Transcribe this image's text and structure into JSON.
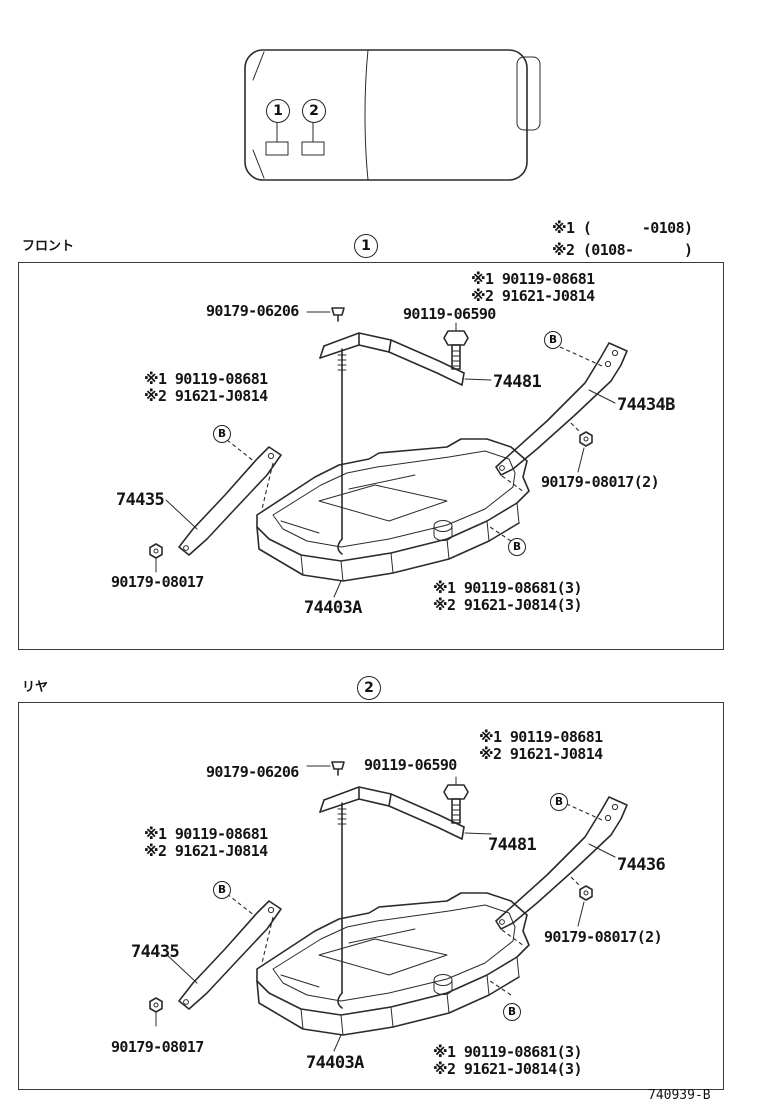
{
  "header": {
    "note1": "※1 (      -0108)",
    "note2": "※2 (0108-      )",
    "car_callout_1": "1",
    "car_callout_2": "2"
  },
  "footer": {
    "drawing_number": "740939-B"
  },
  "sections": [
    {
      "title": "フロント",
      "number": "1",
      "labels": {
        "clip_nut": "90179-06206",
        "bolt": "90119-06590",
        "top_right_note1": "※1 90119-08681",
        "top_right_note2": "※2 91621-J0814",
        "clamp": "74481",
        "side_bracket": "74434B",
        "left_note1": "※1 90119-08681",
        "left_note2": "※2 91621-J0814",
        "front_bracket": "74435",
        "nut_right": "90179-08017(2)",
        "nut_left": "90179-08017",
        "tray": "74403A",
        "bottom_note1": "※1 90119-08681(3)",
        "bottom_note2": "※2 91621-J0814(3)",
        "b": "B"
      }
    },
    {
      "title": "リヤ",
      "number": "2",
      "labels": {
        "clip_nut": "90179-06206",
        "bolt": "90119-06590",
        "top_right_note1": "※1 90119-08681",
        "top_right_note2": "※2 91621-J0814",
        "clamp": "74481",
        "side_bracket": "74436",
        "left_note1": "※1 90119-08681",
        "left_note2": "※2 91621-J0814",
        "front_bracket": "74435",
        "nut_right": "90179-08017(2)",
        "nut_left": "90179-08017",
        "tray": "74403A",
        "bottom_note1": "※1 90119-08681(3)",
        "bottom_note2": "※2 91621-J0814(3)",
        "b": "B"
      }
    }
  ]
}
